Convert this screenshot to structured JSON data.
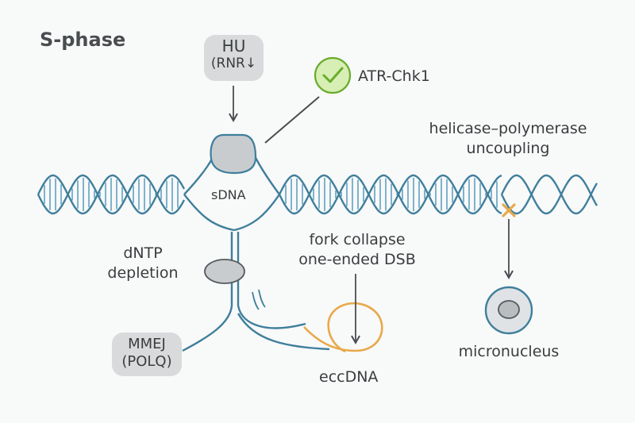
{
  "title": "S-phase",
  "hu_badge": {
    "line1": "HU",
    "line2": "(RNR↓"
  },
  "checkpoint": {
    "label": "ATR-Chk1",
    "icon": "check-icon"
  },
  "uncoupling": {
    "line1": "helicase–polymerase",
    "line2": "uncoupling"
  },
  "sdna_label": "sDNA",
  "dntp": {
    "line1": "dNTP",
    "line2": "depletion"
  },
  "fork_collapse": {
    "line1": "fork collapse",
    "line2": "one-ended DSB"
  },
  "mmej_badge": {
    "line1": "MMEJ",
    "line2": "(POLQ)"
  },
  "eccdna_label": "eccDNA",
  "micronucleus_label": "micronucleus",
  "colors": {
    "dna_strand": "#3f7f9c",
    "dna_rung": "#7fb3cc",
    "polymerase": "#c9cccf",
    "eccdna": "#e8a94a",
    "uncoupling_mark": "#e8a94a",
    "check_fill": "#d7efb4",
    "check_stroke": "#6aac2e",
    "badge": "#d9dadb",
    "arrow": "#4a4d50"
  }
}
